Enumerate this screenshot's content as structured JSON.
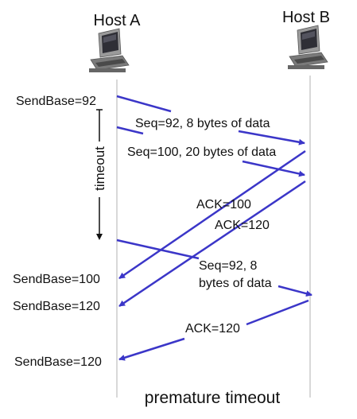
{
  "hosts": {
    "a": {
      "label": "Host A"
    },
    "b": {
      "label": "Host B"
    }
  },
  "labels": {
    "sendbase_92": "SendBase=92",
    "timeout": "timeout",
    "seq92_8": "Seq=92, 8 bytes of data",
    "seq100_20": "Seq=100, 20 bytes of data",
    "ack100": "ACK=100",
    "ack120_a": "ACK=120",
    "sendbase_100": "SendBase=100",
    "sendbase_120_a": "SendBase=120",
    "seq92_retx_line1": "Seq=92,  8",
    "seq92_retx_line2": "bytes of data",
    "ack120_b": "ACK=120",
    "sendbase_120_b": "SendBase=120"
  },
  "caption": "premature timeout",
  "colors": {
    "arrow": "#3b36c8",
    "timeline": "#b0b0b0",
    "text": "#111111"
  },
  "icons": {
    "host": "desktop-computer-icon"
  }
}
